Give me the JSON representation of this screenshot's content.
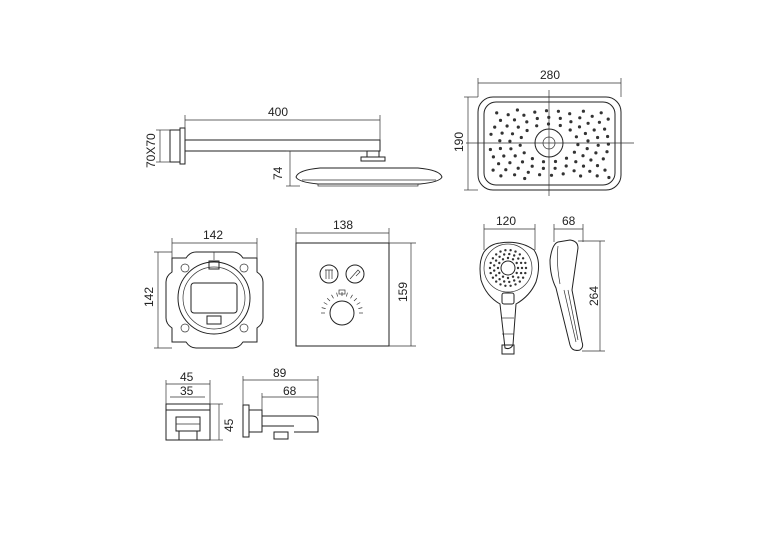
{
  "dimensions": {
    "arm_length": "400",
    "wall_flange": "70X70",
    "head_drop": "74",
    "head_width": "280",
    "head_depth": "190",
    "box_width": "142",
    "box_height": "142",
    "plate_width": "138",
    "plate_height": "159",
    "handshower_head_width": "120",
    "handshower_depth": "68",
    "handshower_length": "264",
    "elbow_outer": "45",
    "elbow_inner": "35",
    "elbow_height": "45",
    "spout_length": "89",
    "spout_reach": "68"
  },
  "colors": {
    "line": "#222222",
    "background": "#ffffff"
  }
}
